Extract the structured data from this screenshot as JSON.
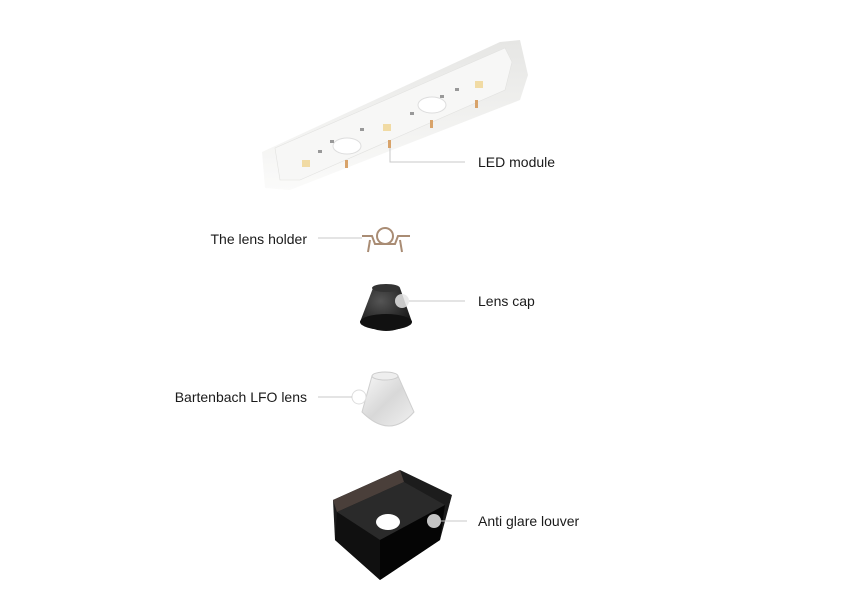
{
  "labels": {
    "led_module": "LED module",
    "lens_holder": "The lens holder",
    "lens_cap": "Lens cap",
    "lfo_lens": "Bartenbach LFO lens",
    "louver": "Anti glare louver"
  },
  "colors": {
    "leader_line": "#c8c8c8",
    "board": "#f4f4f2",
    "dark_part": "#1c1c1c"
  }
}
